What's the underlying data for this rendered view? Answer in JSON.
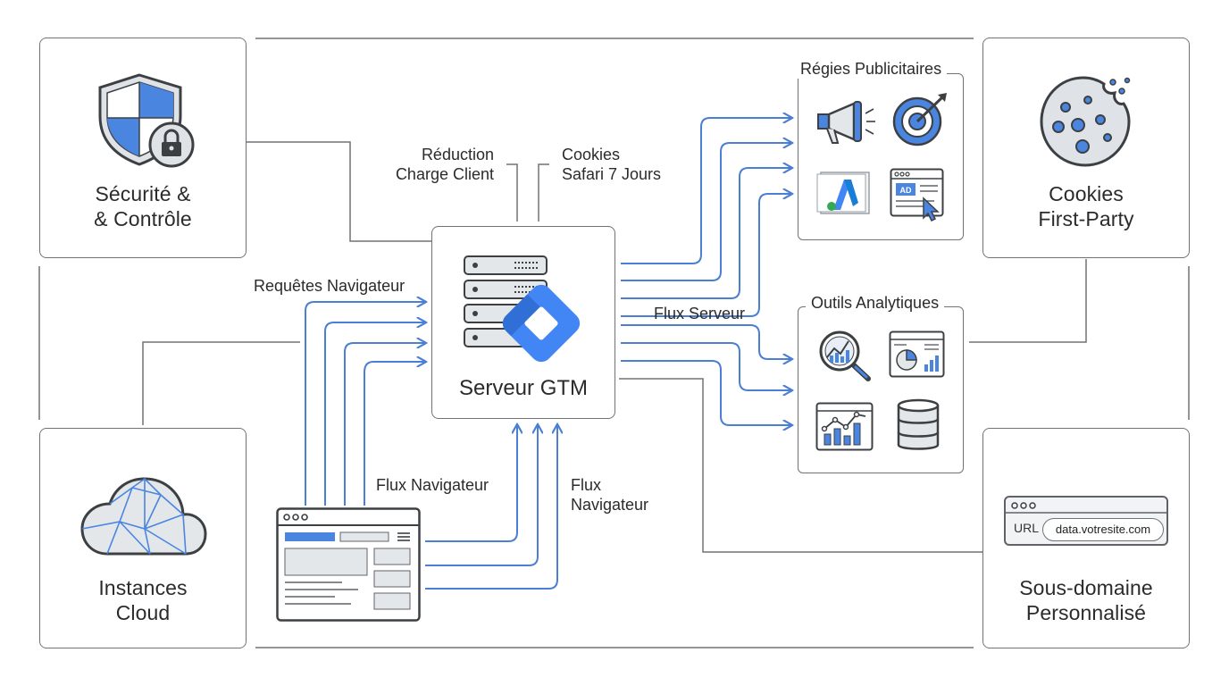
{
  "panels": {
    "security": "Sécurité &\n& Contrôle",
    "cookies": "Cookies\nFirst-Party",
    "cloud": "Instances\nCloud",
    "subdomain": "Sous-domaine\nPersonnalisé"
  },
  "center": {
    "title": "Serveur GTM"
  },
  "labels": {
    "reduction": "Réduction\nCharge Client",
    "cookies_safari": "Cookies\nSafari 7 Jours",
    "requetes": "Requêtes Navigateur",
    "flux_navigateur_left": "Flux Navigateur",
    "flux_navigateur_right": "Flux\nNavigateur",
    "flux_serveur": "Flux Serveur"
  },
  "groups": {
    "regies": "Régies Publicitaires",
    "analytiques": "Outils Analytiques"
  },
  "subdomain_box": {
    "url_label": "URL",
    "url_value": "data.votresite.com"
  },
  "icons": {
    "regies": [
      "megaphone-icon",
      "target-icon",
      "google-ads-icon",
      "ad-window-icon"
    ],
    "analytiques": [
      "magnifier-chart-icon",
      "pie-dashboard-icon",
      "line-bar-chart-icon",
      "database-icon"
    ]
  },
  "colors": {
    "accent_blue": "#4a7fd4",
    "gtm_blue": "#4285f4",
    "outline": "#6f7377"
  }
}
